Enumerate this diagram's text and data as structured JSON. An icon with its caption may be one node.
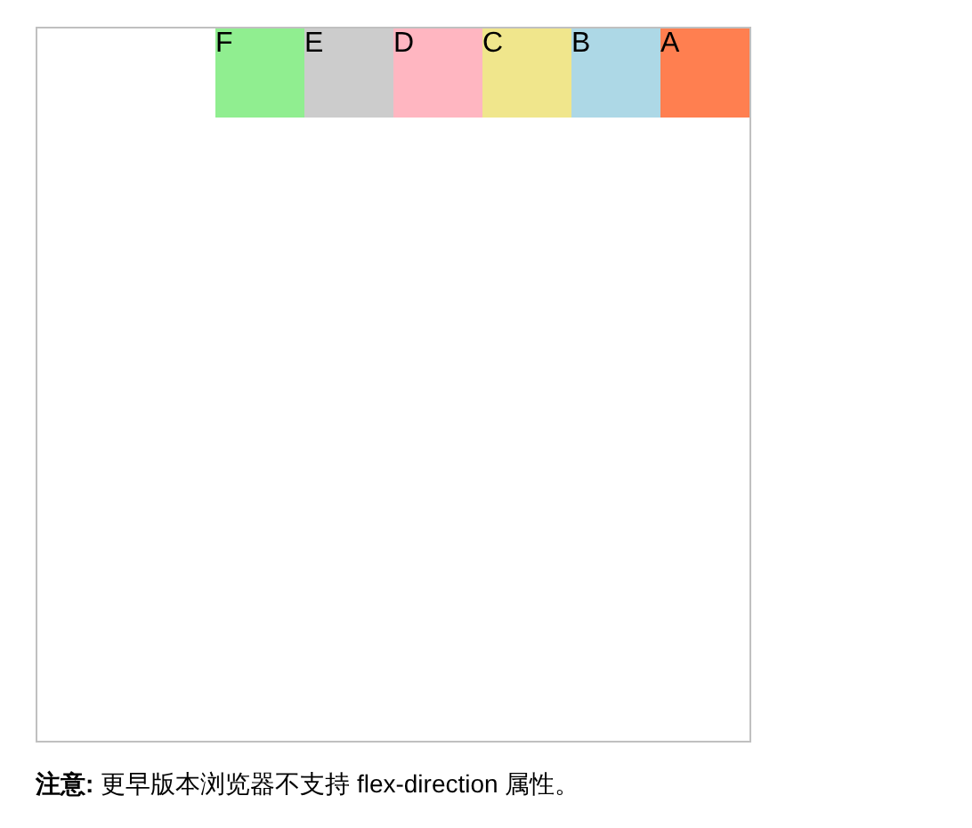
{
  "diagram": {
    "nodes": [
      {
        "text": [],
        "shape": "box"
      },
      {
        "text": [
          "F"
        ],
        "in": 0
      },
      {
        "text": [
          "E"
        ],
        "in": 0
      },
      {
        "text": [
          "D"
        ],
        "in": 0
      },
      {
        "text": [
          "C"
        ],
        "in": 0
      },
      {
        "text": [
          "B"
        ],
        "in": 0
      },
      {
        "text": [
          "A"
        ],
        "in": 0
      }
    ],
    "labels": [
      "**注意:** 更早版本浏览器不支持 flex-direction 属性。"
    ]
  }
}
